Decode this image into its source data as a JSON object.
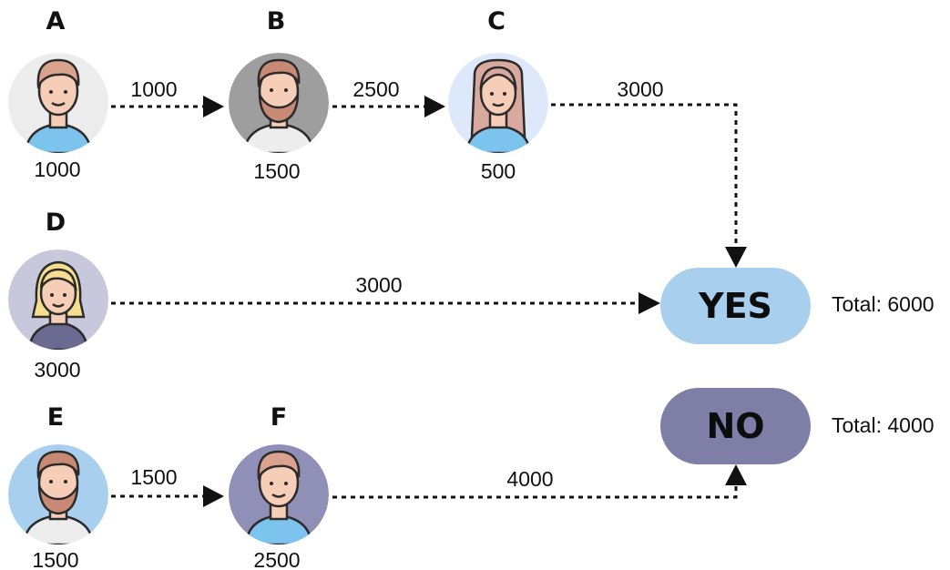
{
  "nodes": {
    "a": {
      "label": "A",
      "value": "1000"
    },
    "b": {
      "label": "B",
      "value": "1500"
    },
    "c": {
      "label": "C",
      "value": "500"
    },
    "d": {
      "label": "D",
      "value": "3000"
    },
    "e": {
      "label": "E",
      "value": "1500"
    },
    "f": {
      "label": "F",
      "value": "2500"
    }
  },
  "edges": {
    "a_b": "1000",
    "b_c": "2500",
    "c_yes": "3000",
    "d_yes": "3000",
    "e_f": "1500",
    "f_no": "4000"
  },
  "outcomes": {
    "yes": {
      "label": "YES",
      "total": "Total: 6000",
      "color": "#a8d0ee"
    },
    "no": {
      "label": "NO",
      "total": "Total: 4000",
      "color": "#7e7ea6"
    }
  }
}
